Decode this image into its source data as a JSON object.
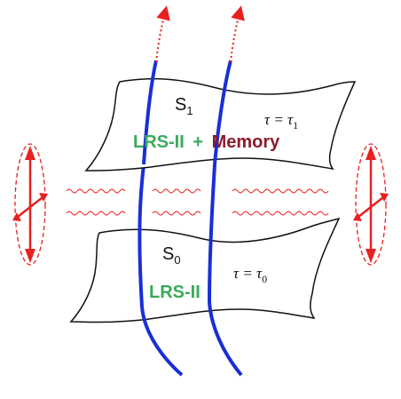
{
  "upper_sheet": {
    "label": "S",
    "label_sub": "1",
    "condition_lhs": "τ = τ",
    "condition_sub": "1",
    "caption_green": "LRS-II",
    "caption_plus": "+",
    "caption_red": "Memory"
  },
  "lower_sheet": {
    "label": "S",
    "label_sub": "0",
    "condition_lhs": "τ = τ",
    "condition_sub": "0",
    "caption_green": "LRS-II"
  },
  "colors": {
    "sheet_stroke": "#111111",
    "worldline": "#1a2fd6",
    "arrow_red": "#e8201f",
    "wave_red": "#e8201f",
    "green": "#3aaa5a",
    "maroon": "#8b1c2c"
  },
  "icons": {
    "polarization_left": "polarization-ellipse-icon",
    "polarization_right": "polarization-ellipse-icon"
  }
}
